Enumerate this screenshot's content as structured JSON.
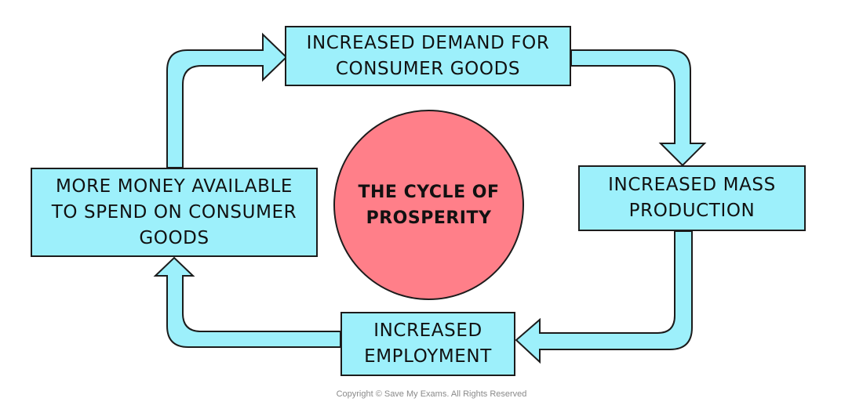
{
  "diagram": {
    "boxes": {
      "demand": "INCREASED DEMAND FOR\nCONSUMER GOODS",
      "mass_production": "INCREASED MASS\nPRODUCTION",
      "employment": "INCREASED\nEMPLOYMENT",
      "money": "MORE MONEY AVAILABLE\nTO SPEND ON CONSUMER\nGOODS"
    },
    "center": "THE CYCLE OF\nPROSPERITY"
  },
  "footer": {
    "copyright": "Copyright © Save My Exams. All Rights Reserved"
  },
  "colors": {
    "box_fill": "#9df0fb",
    "circle_fill": "#ff7f89",
    "outline": "#1c1c1c"
  }
}
